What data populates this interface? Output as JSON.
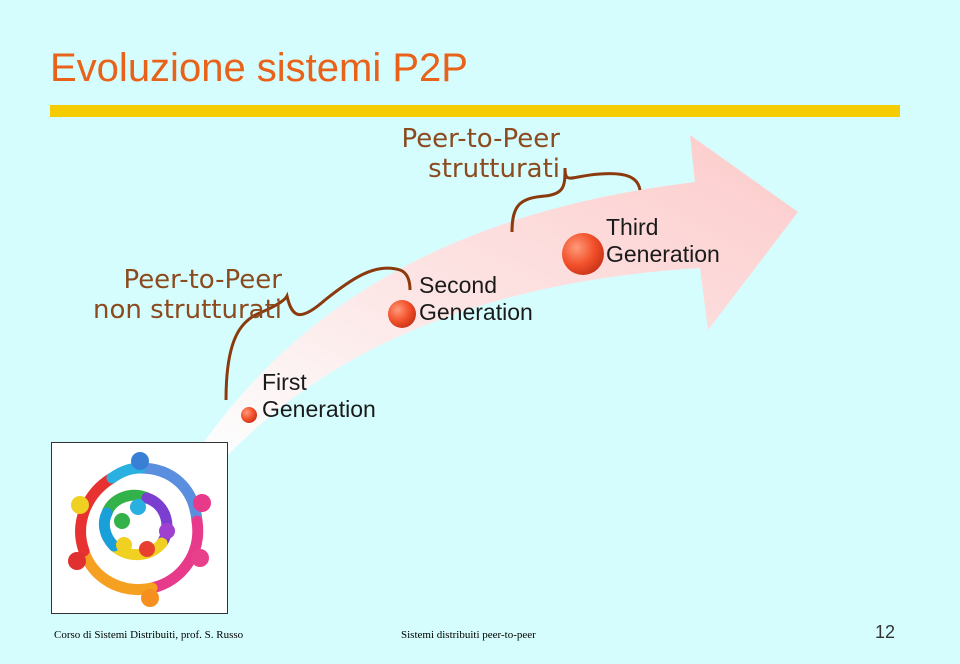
{
  "slide": {
    "title": "Evoluzione sistemi P2P",
    "accent_color": "#e8621a",
    "bar_color": "#f5cc00",
    "background": "#d6fdfd"
  },
  "labels": {
    "structured_line1": "Peer-to-Peer",
    "structured_line2": "strutturati",
    "unstructured_line1": "Peer-to-Peer",
    "unstructured_line2": "non strutturati"
  },
  "generations": [
    {
      "line1": "First",
      "line2": "Generation"
    },
    {
      "line1": "Second",
      "line2": "Generation"
    },
    {
      "line1": "Third",
      "line2": "Generation"
    }
  ],
  "image": {
    "icon": "network-people-icon"
  },
  "footer": {
    "left": "Corso di Sistemi Distribuiti, prof. S. Russo",
    "center": "Sistemi distribuiti peer-to-peer",
    "page_number": "12"
  }
}
